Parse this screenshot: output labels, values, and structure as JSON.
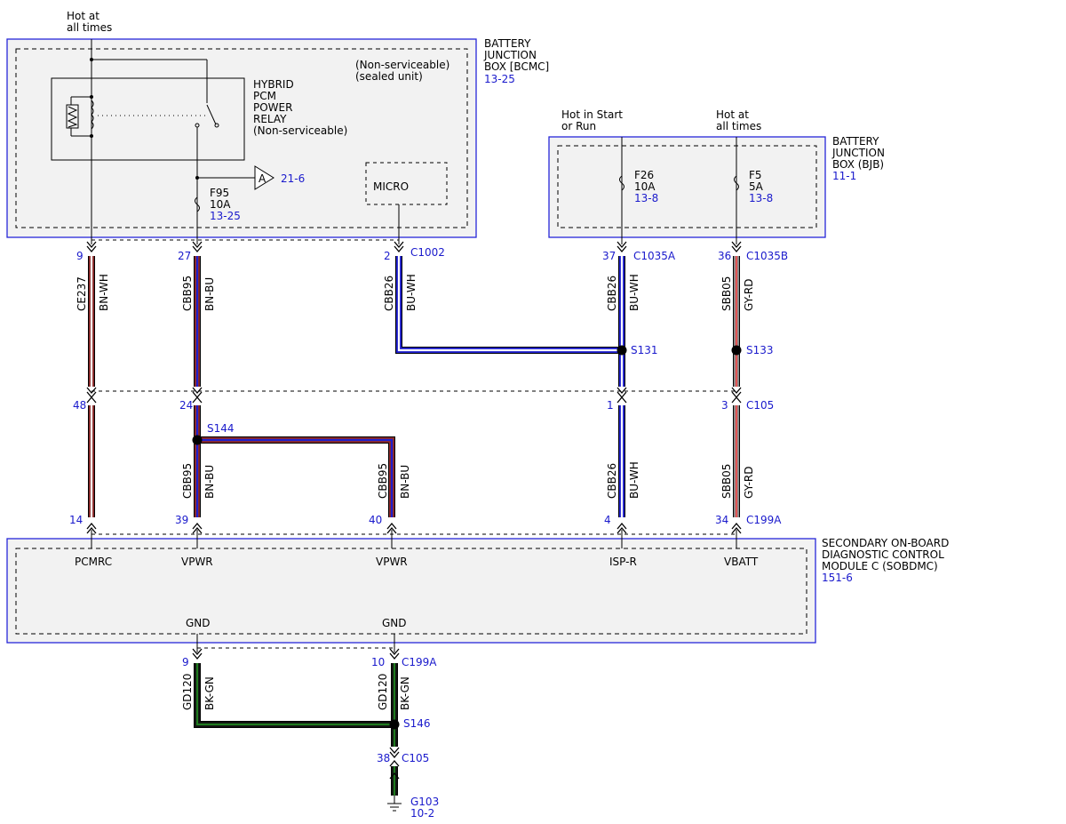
{
  "colors": {
    "BN": "#8b2a2a",
    "WH": "#ffffff",
    "BU": "#1f1fcc",
    "GY": "#8c8c8c",
    "RD": "#e25555",
    "BK": "#111111",
    "GN": "#1f7a1f",
    "ref": "#1a1acc",
    "module_border": "#2626d9"
  },
  "power_labels": {
    "hot_at_all_times_1": "Hot at\nall times",
    "hot_in_start_run": "Hot in Start\nor Run",
    "hot_at_all_times_2": "Hot at\nall times"
  },
  "bcmc": {
    "title": "BATTERY\nJUNCTION\nBOX [BCMC]",
    "ref": "13-25",
    "note": "(Non-serviceable)\n(sealed unit)",
    "relay_label": "HYBRID\nPCM\nPOWER\nRELAY\n(Non-serviceable)",
    "micro": "MICRO",
    "fuse": {
      "name": "F95",
      "rating": "10A",
      "ref": "13-25"
    },
    "offpage": {
      "letter": "A",
      "ref": "21-6"
    }
  },
  "bjb": {
    "title": "BATTERY\nJUNCTION\nBOX (BJB)",
    "ref": "11-1",
    "fuses": [
      {
        "name": "F26",
        "rating": "10A",
        "ref": "13-8"
      },
      {
        "name": "F5",
        "rating": "5A",
        "ref": "13-8"
      }
    ]
  },
  "sobdmc": {
    "title": "SECONDARY ON-BOARD\nDIAGNOSTIC CONTROL\nMODULE C (SOBDMC)",
    "ref": "151-6",
    "pins": [
      "PCMRC",
      "VPWR",
      "VPWR",
      "ISP-R",
      "VBATT"
    ],
    "gnd_pins": [
      "GND",
      "GND"
    ]
  },
  "connectors": {
    "top_pins": [
      "9",
      "27",
      "2",
      "37",
      "36"
    ],
    "top_names": [
      "C1002",
      "C1035A",
      "C1035B"
    ],
    "c105_pins": [
      "48",
      "24",
      "1",
      "3"
    ],
    "c105_name": "C105",
    "c199a_pins": [
      "14",
      "39",
      "40",
      "4",
      "34"
    ],
    "c199a_name": "C199A",
    "gnd_pins": [
      "9",
      "10"
    ],
    "gnd_name": "C199A",
    "c105b_pin": "38",
    "c105b_name": "C105"
  },
  "wires": [
    {
      "circuit": "CE237",
      "color": "BN-WH"
    },
    {
      "circuit": "CBB95",
      "color": "BN-BU"
    },
    {
      "circuit": "CBB26",
      "color": "BU-WH"
    },
    {
      "circuit": "CBB26",
      "color": "BU-WH"
    },
    {
      "circuit": "SBB05",
      "color": "GY-RD"
    },
    {
      "circuit": "CBB95",
      "color": "BN-BU"
    },
    {
      "circuit": "CBB95",
      "color": "BN-BU"
    },
    {
      "circuit": "CBB26",
      "color": "BU-WH"
    },
    {
      "circuit": "SBB05",
      "color": "GY-RD"
    },
    {
      "circuit": "GD120",
      "color": "BK-GN"
    },
    {
      "circuit": "GD120",
      "color": "BK-GN"
    }
  ],
  "splices": [
    "S131",
    "S133",
    "S144",
    "S146"
  ],
  "ground": {
    "name": "G103",
    "ref": "10-2"
  }
}
